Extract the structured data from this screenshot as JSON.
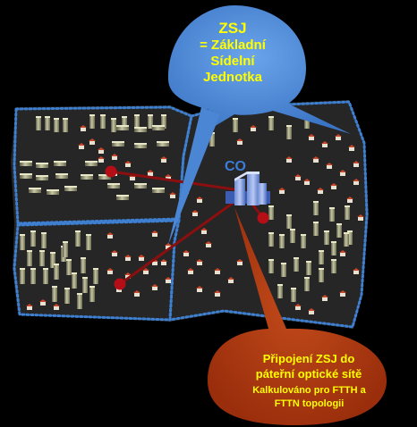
{
  "callout_zsj": {
    "title": "ZSJ",
    "definition_lines": [
      "= Základní",
      "Sídelní",
      "Jednotka"
    ]
  },
  "central_office": {
    "label": "CO"
  },
  "callout_connection": {
    "title_lines": [
      "Připojení ZSJ do",
      "páteřní optické sítě"
    ],
    "subtitle_lines": [
      "Kalkulováno pro FTTH a",
      "FTTN topologii"
    ]
  },
  "colors": {
    "background": "#000000",
    "map_fill": "#262626",
    "zone_border": "#3e7fd0",
    "zsj_callout": "#4a86d4",
    "connection_callout": "#b23a12",
    "link_line": "#8b0f0f",
    "node": "#b40f16",
    "label_text": "#ffff00",
    "co_text": "#3b7dd8"
  },
  "icons": [
    "apartment-block-icon",
    "house-icon",
    "central-office-building-icon",
    "network-node-icon"
  ]
}
